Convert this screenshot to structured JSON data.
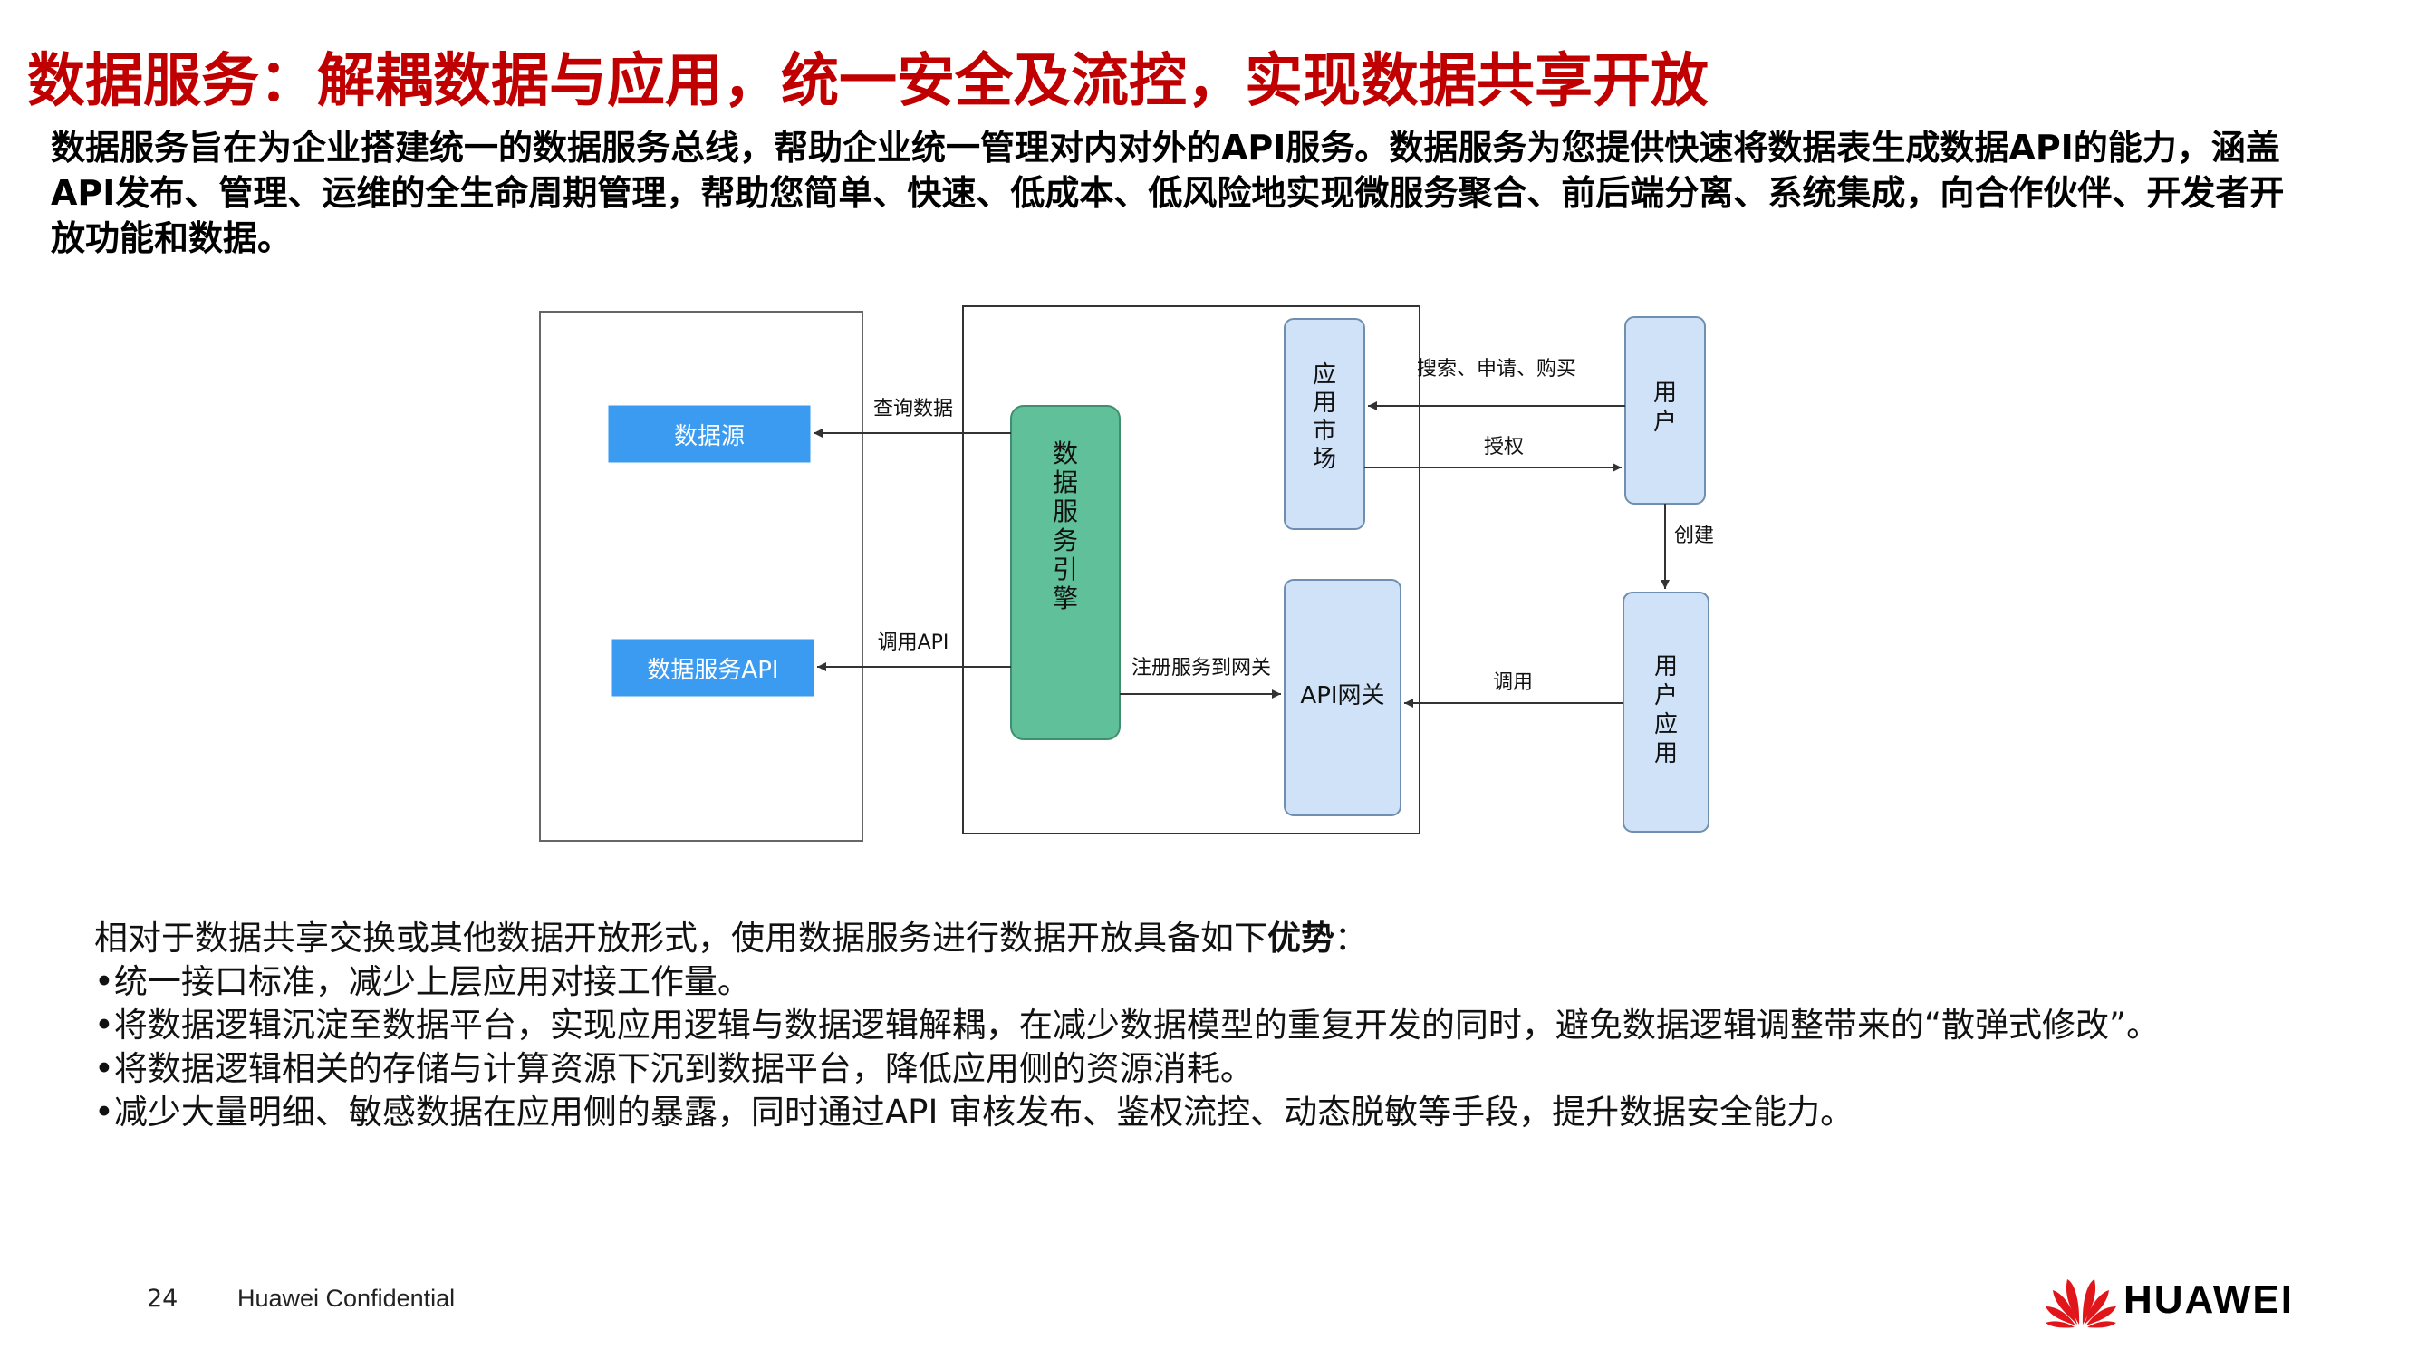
{
  "title": "数据服务：解耦数据与应用，统一安全及流控，实现数据共享开放",
  "intro": [
    "数据服务旨在为企业搭建统一的数据服务总线，帮助企业统一管理对内对外的API服务。数据服务为您提供快速将数据表生成数据API的能力，涵盖",
    "API发布、管理、运维的全生命周期管理，帮助您简单、快速、低成本、低风险地实现微服务聚合、前后端分离、系统集成，向合作伙伴、开发者开",
    "放功能和数据。"
  ],
  "diagram": {
    "datasource": "数据源",
    "data_service_api": "数据服务API",
    "engine": [
      "数",
      "据",
      "服",
      "务",
      "引",
      "擎"
    ],
    "app_market": [
      "应",
      "用",
      "市",
      "场"
    ],
    "api_gateway": "API网关",
    "user": [
      "用",
      "户"
    ],
    "user_app": [
      "用",
      "户",
      "应",
      "用"
    ],
    "edges": {
      "query_data": "查询数据",
      "call_api": "调用API",
      "register": "注册服务到网关",
      "search": "搜索、申请、购买",
      "authorize": "授权",
      "create": "创建",
      "invoke": "调用"
    },
    "colors": {
      "blue_box": "#3a9bf0",
      "engine_fill": "#5fc09a",
      "light_box": "#cfe2f7"
    }
  },
  "advantages": {
    "lead": "相对于数据共享交换或其他数据开放形式，使用数据服务进行数据开放具备如下",
    "lead_bold": "优势",
    "lead_end": "：",
    "items": [
      "•统一接口标准，减少上层应用对接工作量。",
      "•将数据逻辑沉淀至数据平台，实现应用逻辑与数据逻辑解耦，在减少数据模型的重复开发的同时，避免数据逻辑调整带来的“散弹式修改”。",
      "•将数据逻辑相关的存储与计算资源下沉到数据平台，降低应用侧的资源消耗。",
      "•减少大量明细、敏感数据在应用侧的暴露，同时通过API 审核发布、鉴权流控、动态脱敏等手段，提升数据安全能力。"
    ]
  },
  "footer": {
    "page_number": "24",
    "confidential": "Huawei Confidential",
    "logo_text": "HUAWEI"
  }
}
